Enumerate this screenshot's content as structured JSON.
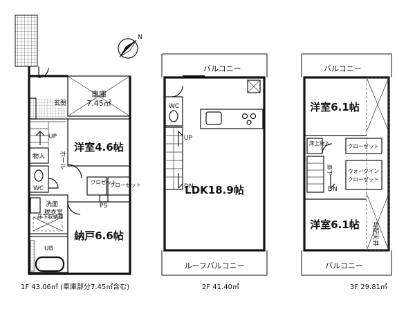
{
  "compass": {
    "label": "N"
  },
  "floor1": {
    "garage": "車庫",
    "garage_area": "7.45㎡",
    "entrance": "玄関",
    "up": "UP",
    "hall": "ホール",
    "storage": "物入",
    "wc": "WC",
    "washroom_line1": "洗面",
    "washroom_line2": "脱衣室",
    "underfloor_storage": "床下収納庫",
    "bath": "UB",
    "western_room": "洋室4.6帖",
    "closet_a": "クロゼット",
    "closet_b": "クローゼット",
    "ps": "PS",
    "storeroom": "納戸6.6帖",
    "caption": "1F 43.06㎡ (車庫部分7.45㎡含む)"
  },
  "floor2": {
    "balcony": "バルコニー",
    "wc": "WC",
    "up": "UP",
    "dn": "DN",
    "ldk": "LDK18.9帖",
    "roof_balcony": "ルーフバルコニー",
    "caption": "2F 41.40㎡"
  },
  "floor3": {
    "balcony_top": "バルコニー",
    "room_top": "洋室6.1帖",
    "storage": "床上物入",
    "corridor": "廊下",
    "dn": "DN",
    "closet": "クローゼット",
    "walkin_line1": "ウォークイン",
    "walkin_line2": "クローゼット",
    "room_bottom": "洋室6.1帖",
    "sloped_ceiling": "勾配天井",
    "balcony_bottom": "バルコニー",
    "caption": "3F 29.81㎡"
  }
}
